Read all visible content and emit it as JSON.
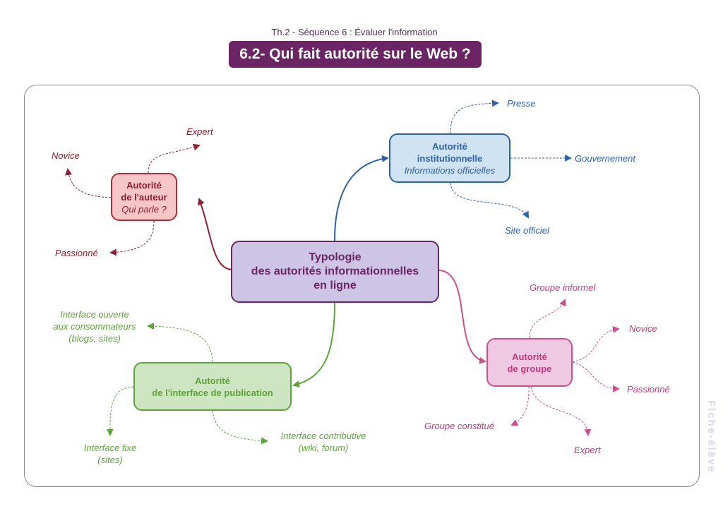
{
  "header": {
    "subtitle": "Th.2 - Séquence 6 : Évaluer l'information",
    "title": "6.2- Qui fait autorité sur le Web ?"
  },
  "side_label": "Fiche-élève",
  "colors": {
    "title_bg": "#6b2565",
    "central": "#6b2565",
    "auteur": "#8b2030",
    "institutionnelle": "#2e62a6",
    "groupe": "#c13b80",
    "interface": "#5fa33d"
  },
  "central": {
    "line1": "Typologie",
    "line2": "des autorités informationnelles",
    "line3": "en ligne"
  },
  "branches": {
    "auteur": {
      "title1": "Autorité",
      "title2": "de l'auteur",
      "subtitle": "Qui parle ?",
      "leaves": [
        "Expert",
        "Novice",
        "Passionné"
      ]
    },
    "institutionnelle": {
      "title1": "Autorité",
      "title2": "institutionnelle",
      "subtitle": "Informations officielles",
      "leaves": [
        "Presse",
        "Gouvernement",
        "Site officiel"
      ]
    },
    "groupe": {
      "title1": "Autorité",
      "title2": "de groupe",
      "leaves": [
        "Groupe informel",
        "Novice",
        "Passionné",
        "Groupe constitué",
        "Expert"
      ]
    },
    "interface": {
      "title1": "Autorité",
      "title2": "de l'interface de publication",
      "leaves": [
        {
          "line1": "Interface ouverte",
          "line2": "aux consommateurs",
          "line3": "(blogs, sites)"
        },
        {
          "line1": "Interface fixe",
          "line2": "(sites)"
        },
        {
          "line1": "Interface contributive",
          "line2": "(wiki, forum)"
        }
      ]
    }
  }
}
